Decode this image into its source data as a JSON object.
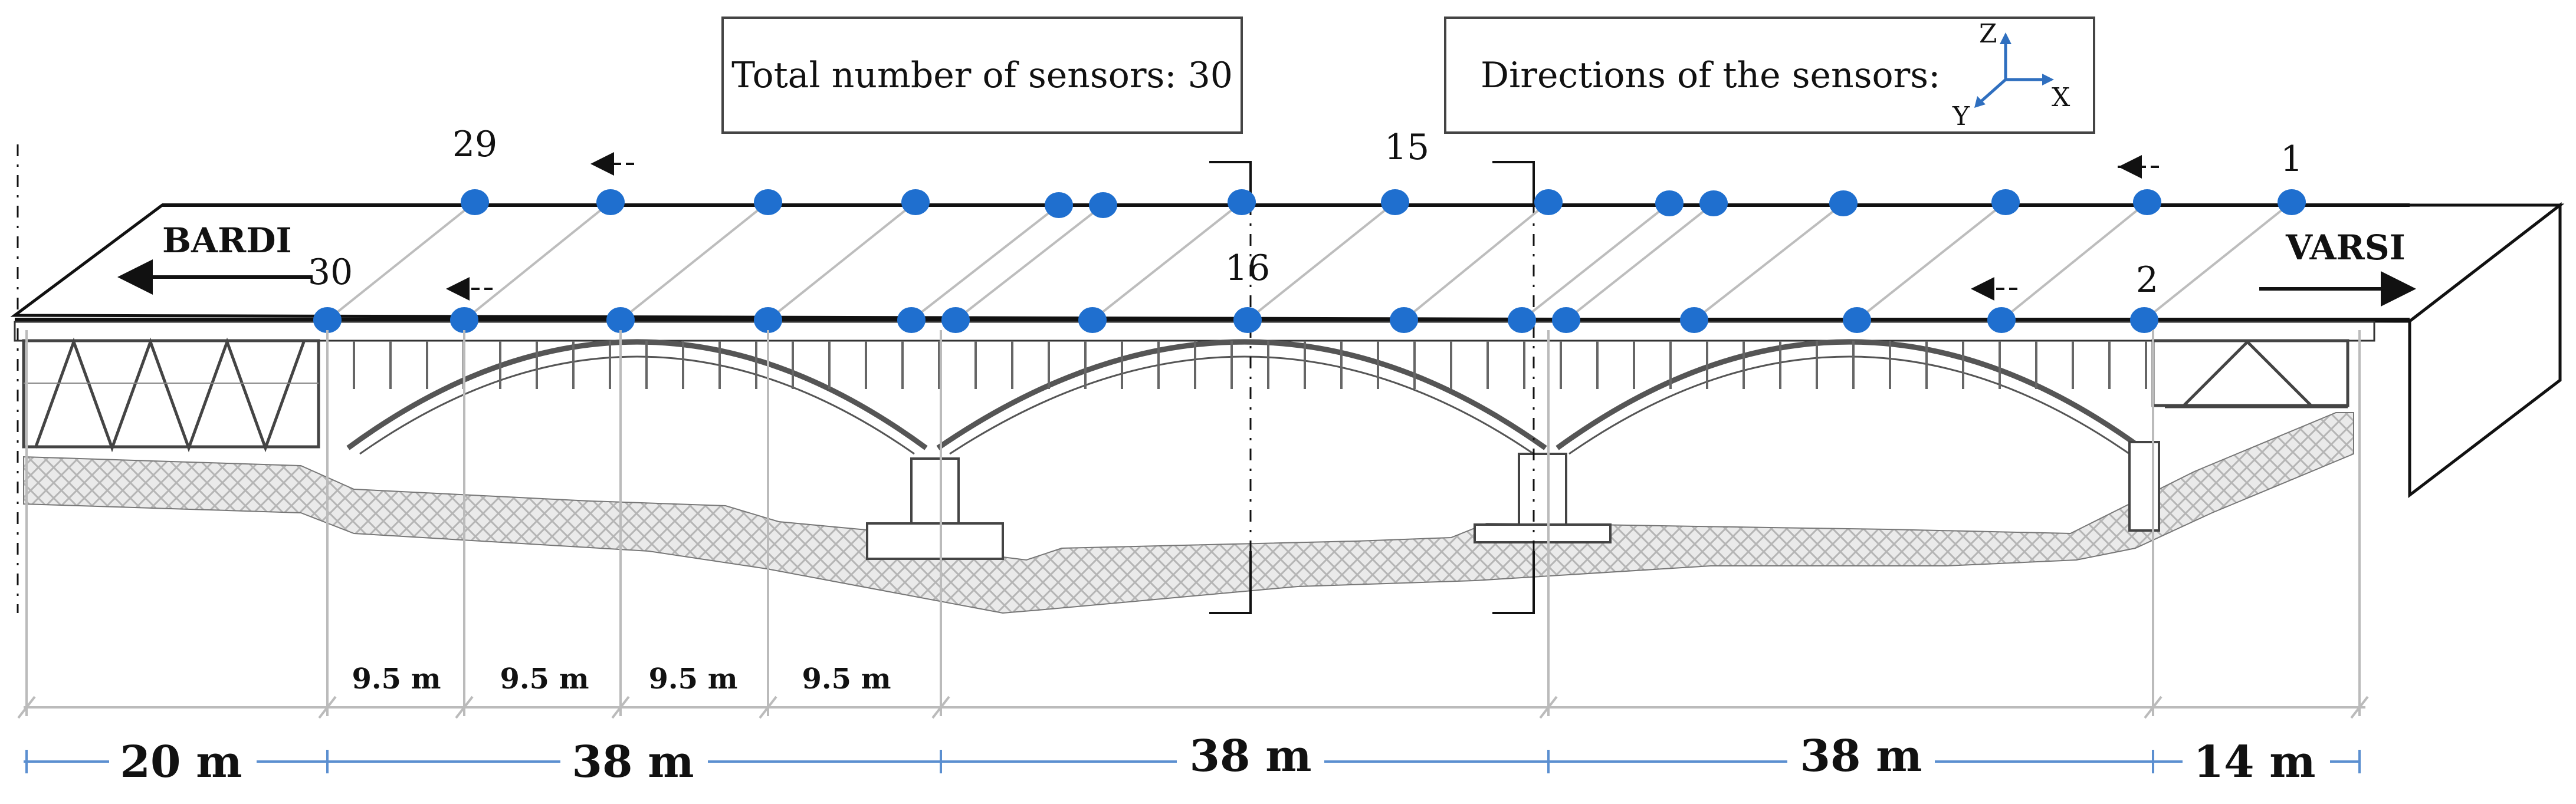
{
  "info_boxes": {
    "total_sensors_label": "Total number of sensors: 30",
    "directions_label": "Directions of the sensors:"
  },
  "axes_icon": {
    "z_label": "Z",
    "x_label": "X",
    "y_label": "Y",
    "color": "#2f6fbf"
  },
  "places": {
    "left": "BARDI",
    "right": "VARSI"
  },
  "sensor_labels": {
    "s1": "1",
    "s2": "2",
    "s15": "15",
    "s16": "16",
    "s29": "29",
    "s30": "30"
  },
  "sensor_color": "#1f6fcf",
  "dimension_color": "#5b8fd0",
  "sensor_spacing_labels": [
    "9.5 m",
    "9.5 m",
    "9.5 m",
    "9.5 m"
  ],
  "span_labels": [
    "20 m",
    "38 m",
    "38 m",
    "38 m",
    "14 m"
  ]
}
